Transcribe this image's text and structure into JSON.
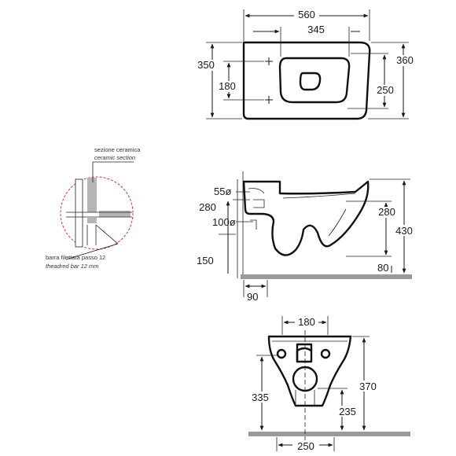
{
  "colors": {
    "line": "#1a1a1a",
    "floor": "#9a9a9a",
    "detail_circle": "#d23a3a",
    "section_fill": "#b5b5b5"
  },
  "top_view": {
    "width_total": "560",
    "seat_width": "345",
    "depth_total": "350",
    "fixing_spacing": "180",
    "depth_right": "360",
    "depth_seat": "250"
  },
  "side_view": {
    "inlet_diameter": "55ø",
    "fixing_height": "280",
    "outlet_diameter": "100ø",
    "floor_offset": "150",
    "rim_height_inner": "280",
    "rim_height_total": "430",
    "front_floor": "80",
    "wall_offset": "90"
  },
  "detail": {
    "label_section_it": "sezione ceramica",
    "label_section_en": "ceramic section",
    "label_bar_it": "barra filettata passo 12",
    "label_bar_en": "theadred bar 12 mm"
  },
  "front_view": {
    "fixing_spacing": "180",
    "outlet_height": "335",
    "total_height": "370",
    "inlet_height": "235",
    "base_width": "250"
  }
}
